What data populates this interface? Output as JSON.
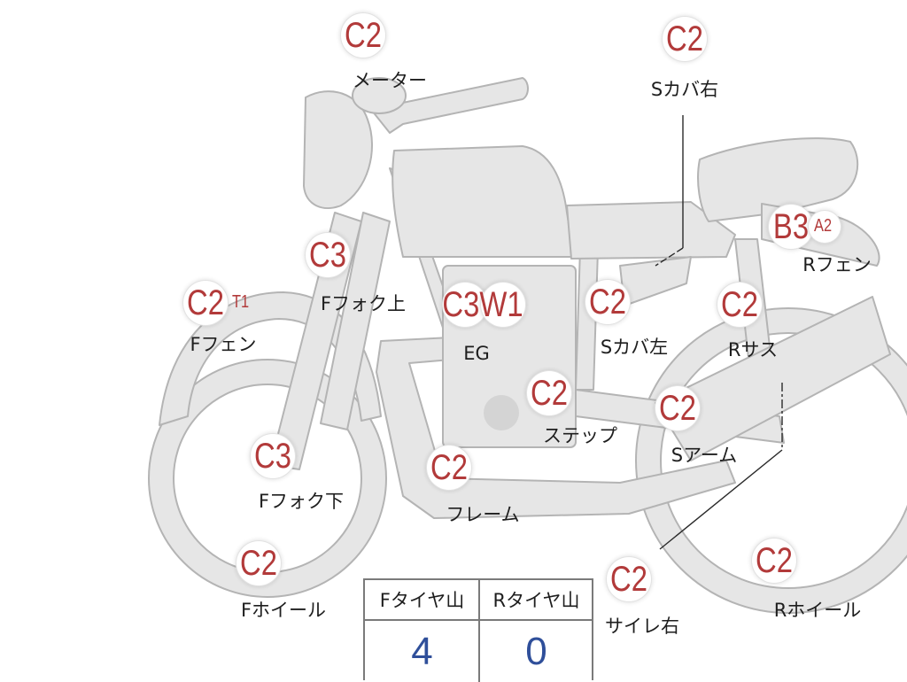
{
  "colors": {
    "body_fill": "#e6e6e6",
    "body_stroke": "#b4b4b4",
    "grade_text": "#b23a3a",
    "label_text": "#1e1e1e",
    "tread_value": "#2f4f9a"
  },
  "parts": [
    {
      "id": "meter",
      "grade": "C2",
      "sub": "",
      "label": "メーター"
    },
    {
      "id": "s-cover-right",
      "grade": "C2",
      "sub": "",
      "label": "Sカバ右"
    },
    {
      "id": "f-fork-upper",
      "grade": "C3",
      "sub": "",
      "label": "Fフォク上"
    },
    {
      "id": "r-fender",
      "grade": "B3",
      "sub": "A2",
      "label": "Rフェン"
    },
    {
      "id": "f-fender",
      "grade": "C2",
      "sub": "T1",
      "label": "Fフェン"
    },
    {
      "id": "engine",
      "grade": "C3W1",
      "sub": "",
      "label": "EG"
    },
    {
      "id": "s-cover-left",
      "grade": "C2",
      "sub": "",
      "label": "Sカバ左"
    },
    {
      "id": "r-suspension",
      "grade": "C2",
      "sub": "",
      "label": "Rサス"
    },
    {
      "id": "step",
      "grade": "C2",
      "sub": "",
      "label": "ステップ"
    },
    {
      "id": "swing-arm",
      "grade": "C2",
      "sub": "",
      "label": "Sアーム"
    },
    {
      "id": "f-fork-lower",
      "grade": "C3",
      "sub": "",
      "label": "Fフォク下"
    },
    {
      "id": "frame",
      "grade": "C2",
      "sub": "",
      "label": "フレーム"
    },
    {
      "id": "f-wheel",
      "grade": "C2",
      "sub": "",
      "label": "Fホイール"
    },
    {
      "id": "muffler-right",
      "grade": "C2",
      "sub": "",
      "label": "サイレ右"
    },
    {
      "id": "r-wheel",
      "grade": "C2",
      "sub": "",
      "label": "Rホイール"
    }
  ],
  "tire_tread": {
    "headers": [
      "Fタイヤ山",
      "Rタイヤ山"
    ],
    "values": [
      "4",
      "0"
    ]
  }
}
